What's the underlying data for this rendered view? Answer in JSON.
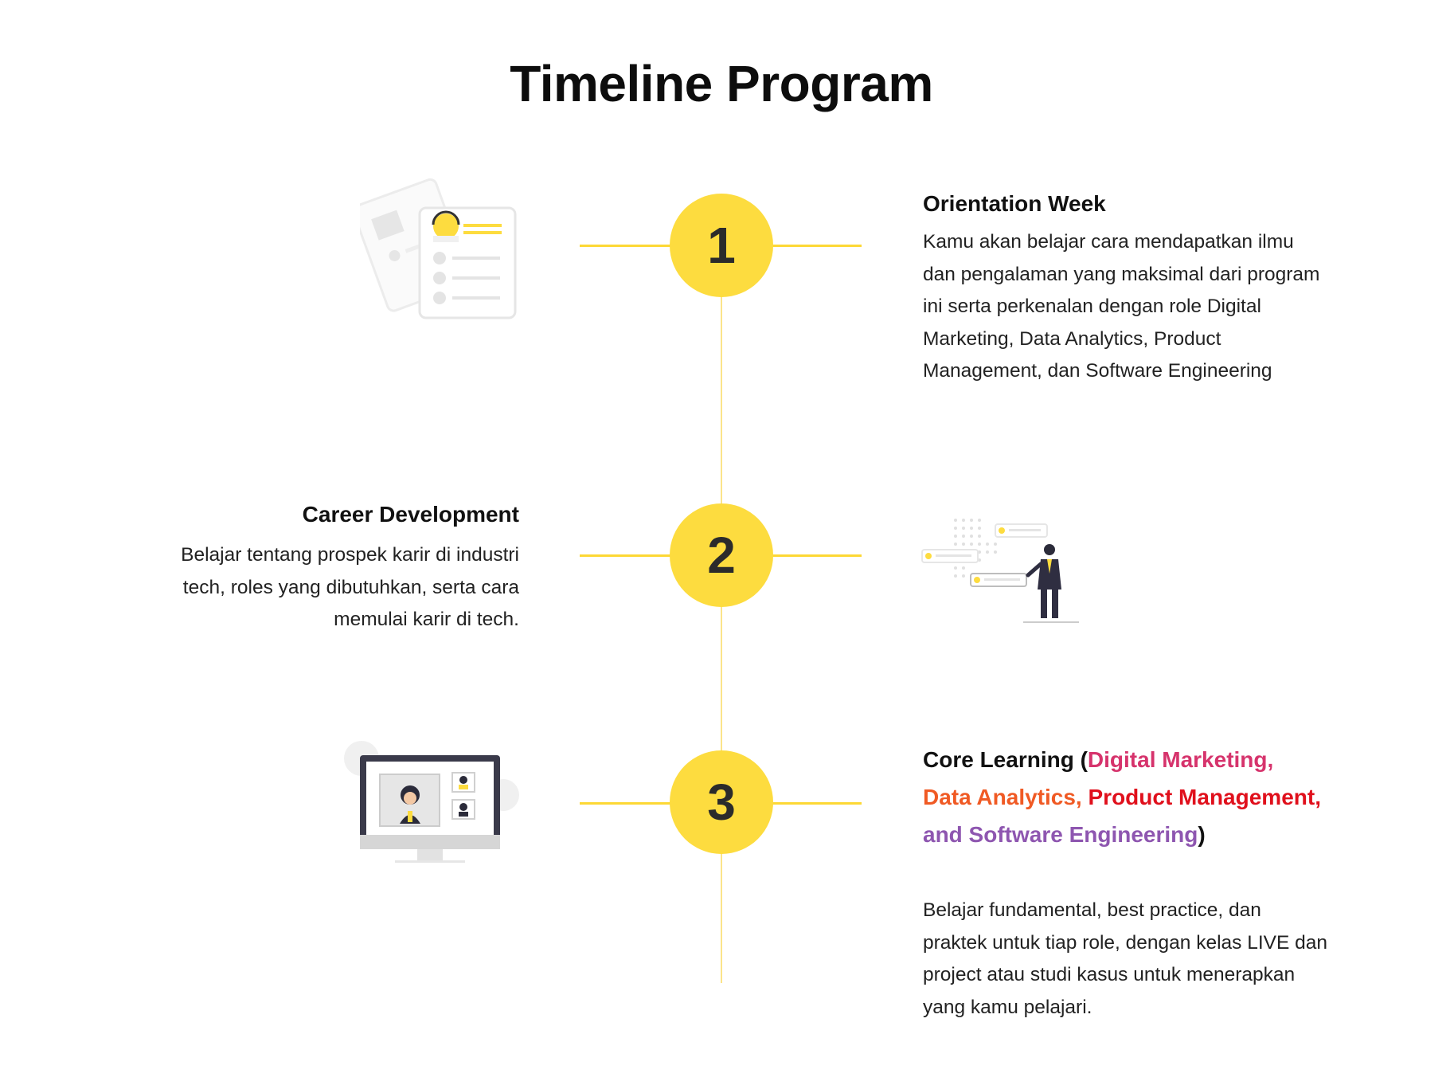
{
  "title": "Timeline Program",
  "steps": [
    {
      "number": "1",
      "title": "Orientation Week",
      "description": "Kamu akan belajar cara mendapatkan ilmu dan pengalaman yang maksimal dari program ini serta perkenalan dengan role Digital Marketing, Data Analytics, Product Management, dan Software Engineering",
      "illustration": "document-checklist-icon"
    },
    {
      "number": "2",
      "title": "Career Development",
      "description": "Belajar tentang prospek karir di industri tech, roles yang dibutuhkan, serta cara memulai karir di tech.",
      "illustration": "presenter-icon"
    },
    {
      "number": "3",
      "title_prefix": "Core Learning (",
      "title_parts": {
        "digital_marketing": "Digital Marketing,",
        "data_analytics": "Data Analytics,",
        "product_management": "Product Management,",
        "and_software": "and Software Engineering"
      },
      "title_suffix": ")",
      "description": "Belajar fundamental, best practice, dan praktek untuk tiap role, dengan kelas LIVE dan project atau studi kasus untuk menerapkan yang kamu pelajari.",
      "illustration": "video-call-monitor-icon"
    }
  ],
  "colors": {
    "accent": "#fddc3f",
    "line": "#fdd835",
    "digital_marketing": "#d6336c",
    "data_analytics": "#f05a24",
    "product_management": "#e0101c",
    "software_engineering": "#8e56b0"
  }
}
